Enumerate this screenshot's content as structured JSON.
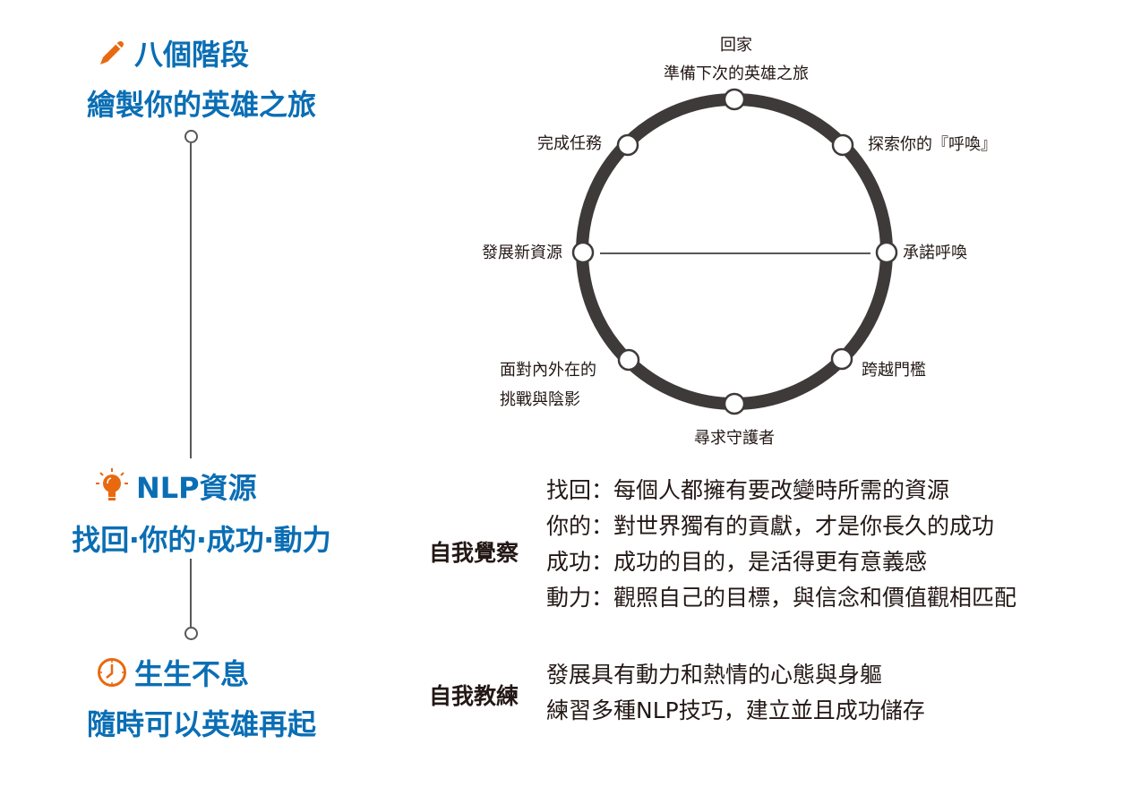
{
  "left": {
    "sections": [
      {
        "icon": "pencil-icon",
        "title": "八個階段",
        "subtitle": "繪製你的英雄之旅"
      },
      {
        "icon": "lightbulb-icon",
        "title": "NLP資源",
        "subtitle": "找回‧你的‧成功‧動力"
      },
      {
        "icon": "clock-icon",
        "title": "生生不息",
        "subtitle": "隨時可以英雄再起"
      }
    ]
  },
  "cycle": {
    "stages": [
      {
        "line1": "回家",
        "line2": "準備下次的英雄之旅"
      },
      {
        "line1": "探索你的『呼喚』"
      },
      {
        "line1": "承諾呼喚"
      },
      {
        "line1": "跨越門檻"
      },
      {
        "line1": "尋求守護者"
      },
      {
        "line1": "面對內外在的",
        "line2": "挑戰與陰影"
      },
      {
        "line1": "發展新資源"
      },
      {
        "line1": "完成任務"
      }
    ]
  },
  "awareness": {
    "label": "自我覺察",
    "lines": [
      "找回：每個人都擁有要改變時所需的資源",
      "你的：對世界獨有的貢獻，才是你長久的成功",
      "成功：成功的目的，是活得更有意義感",
      "動力：觀照自己的目標，與信念和價值觀相匹配"
    ]
  },
  "coaching": {
    "label": "自我教練",
    "lines": [
      "發展具有動力和熱情的心態與身軀",
      "練習多種NLP技巧，建立並且成功儲存"
    ]
  },
  "colors": {
    "blue": "#0a6eb4",
    "orange": "#e8690f",
    "ring": "#3e3a39"
  }
}
